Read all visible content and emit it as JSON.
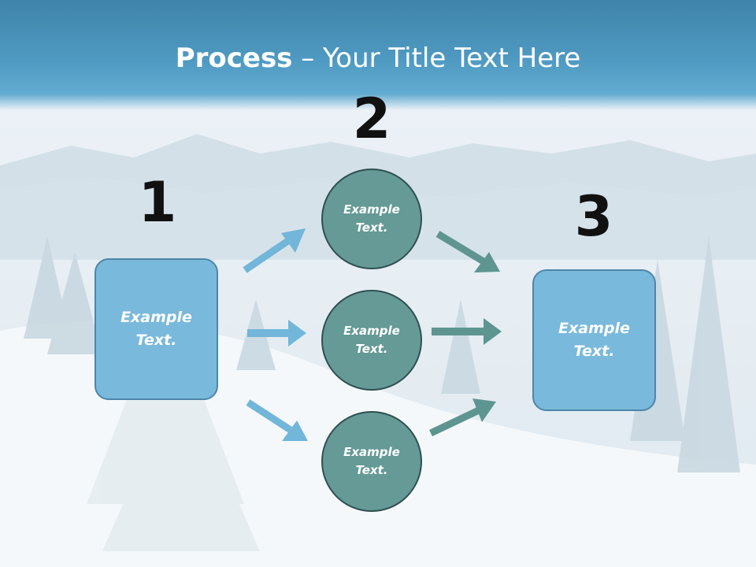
{
  "title": {
    "bold": "Process",
    "rest": " – Your Title Text Here"
  },
  "steps": {
    "one": "1",
    "two": "2",
    "three": "3"
  },
  "left_box": "Example Text.",
  "right_box": "Example Text.",
  "circles": [
    "Example Text.",
    "Example Text.",
    "Example Text."
  ],
  "colors": {
    "header": "#4f9ac2",
    "box": "#79b9dc",
    "circle": "#659a96",
    "arrow_blue": "#72b6da",
    "arrow_teal": "#5f9591"
  }
}
